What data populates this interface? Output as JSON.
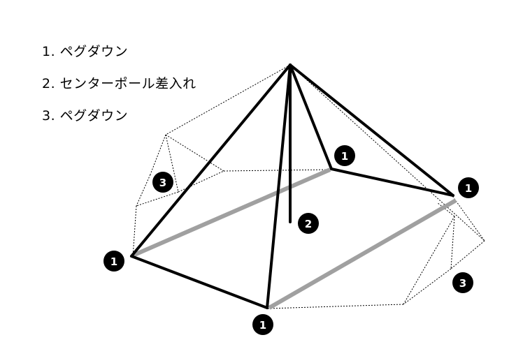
{
  "steps": [
    "1. ペグダウン",
    "2. センターポール差入れ",
    "3. ペグダウン"
  ],
  "badges": {
    "front_left": "1",
    "front_bottom": "1",
    "back_center": "1",
    "right_corner": "1",
    "center_pole": "2",
    "left_side": "3",
    "right_side": "3"
  },
  "colors": {
    "outline": "#000000",
    "ground_edge": "#a0a0a0",
    "badge_fill": "#000000",
    "badge_text": "#ffffff"
  }
}
